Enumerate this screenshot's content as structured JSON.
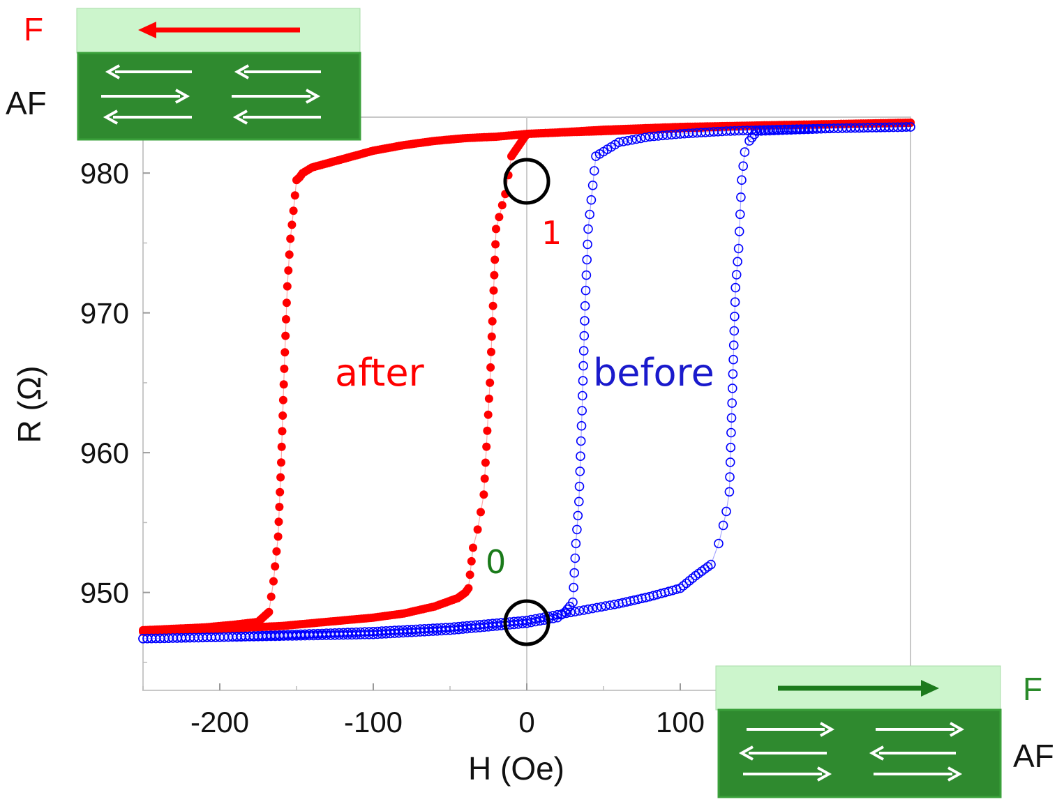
{
  "chart_data": {
    "type": "scatter",
    "title": "",
    "xlabel": "H (Oe)",
    "ylabel": "R (Ω)",
    "xlim": [
      -250,
      250
    ],
    "ylim": [
      943,
      984
    ],
    "xticks": [
      -200,
      -100,
      0,
      100
    ],
    "yticks": [
      950,
      960,
      970,
      980
    ],
    "grid": false,
    "legend": "none",
    "series": [
      {
        "color": "#ff0000",
        "marker": "filled-circle",
        "x": [
          -250,
          -230,
          -210,
          -190,
          -175,
          -168,
          -165,
          -162,
          -160,
          -158,
          -156,
          -154,
          -152,
          -150,
          -148,
          -146,
          -140,
          -120,
          -100,
          -80,
          -60,
          -40,
          -20,
          -10,
          0,
          20,
          50,
          100,
          150,
          200,
          250,
          250,
          200,
          150,
          100,
          50,
          20,
          0,
          -10,
          -14,
          -16,
          -20,
          -22,
          -24,
          -28,
          -32,
          -35,
          -38,
          -40,
          -45,
          -60,
          -80,
          -100,
          -120,
          -140,
          -160,
          -180,
          -200,
          -225,
          -250
        ],
        "y": [
          947.3,
          947.4,
          947.5,
          947.7,
          947.9,
          948.6,
          950.8,
          954.0,
          959.3,
          966.0,
          971.9,
          975.3,
          977.3,
          979.5,
          979.7,
          980.0,
          980.4,
          981.0,
          981.6,
          982.0,
          982.3,
          982.5,
          982.6,
          982.7,
          982.8,
          982.9,
          983.1,
          983.3,
          983.4,
          983.5,
          983.6,
          983.6,
          983.5,
          983.4,
          983.2,
          983.0,
          982.9,
          982.8,
          981.2,
          978.5,
          977.7,
          976.0,
          970.5,
          965.0,
          957.0,
          954.5,
          953.2,
          950.3,
          950.0,
          949.6,
          949.0,
          948.5,
          948.2,
          948.0,
          947.8,
          947.6,
          947.5,
          947.4,
          947.3,
          947.2
        ]
      },
      {
        "color": "#0000ff",
        "marker": "open-circle",
        "x": [
          -250,
          -200,
          -150,
          -100,
          -50,
          0,
          20,
          25,
          28,
          30,
          32,
          34,
          36,
          38,
          40,
          45,
          60,
          80,
          100,
          130,
          160,
          200,
          250,
          250,
          200,
          150,
          145,
          142,
          140,
          138,
          136,
          134,
          132,
          130,
          128,
          125,
          120,
          110,
          100,
          80,
          60,
          40,
          20,
          0,
          -50,
          -100,
          -150,
          -200,
          -250
        ],
        "y": [
          946.7,
          946.8,
          946.9,
          947.0,
          947.3,
          947.8,
          948.2,
          948.6,
          949.0,
          949.3,
          953.5,
          956.5,
          963.0,
          970.5,
          976.0,
          981.2,
          982.2,
          982.6,
          982.8,
          983.0,
          983.1,
          983.2,
          983.3,
          983.3,
          983.2,
          983.0,
          982.3,
          981.5,
          979.5,
          974.6,
          971.8,
          964.6,
          957.2,
          955.8,
          954.8,
          953.5,
          952.0,
          951.2,
          950.3,
          949.7,
          949.2,
          948.8,
          948.4,
          948.0,
          947.5,
          947.2,
          947.0,
          946.8,
          946.7
        ]
      }
    ],
    "annotations": {
      "after_label": {
        "text": "after",
        "color": "#ff0000"
      },
      "before_label": {
        "text": "before",
        "color": "#1a1acc"
      },
      "state_one": {
        "text": "1",
        "color": "#ff0000"
      },
      "state_zero": {
        "text": "0",
        "color": "#1a7a1a"
      }
    }
  },
  "insets": {
    "top_left": {
      "f_label": "F",
      "af_label": "AF",
      "f_color": "#ff0000",
      "af_color": "#111111"
    },
    "bottom_right": {
      "f_label": "F",
      "af_label": "AF",
      "f_color": "#2a8a2a",
      "af_color": "#111111"
    }
  },
  "colors": {
    "f_layer": "#ccf5cc",
    "af_layer": "#2f8a2f",
    "af_border": "#3aa03a",
    "arrow_top": "#ff0000",
    "arrow_bottom": "#1c7a1c"
  }
}
